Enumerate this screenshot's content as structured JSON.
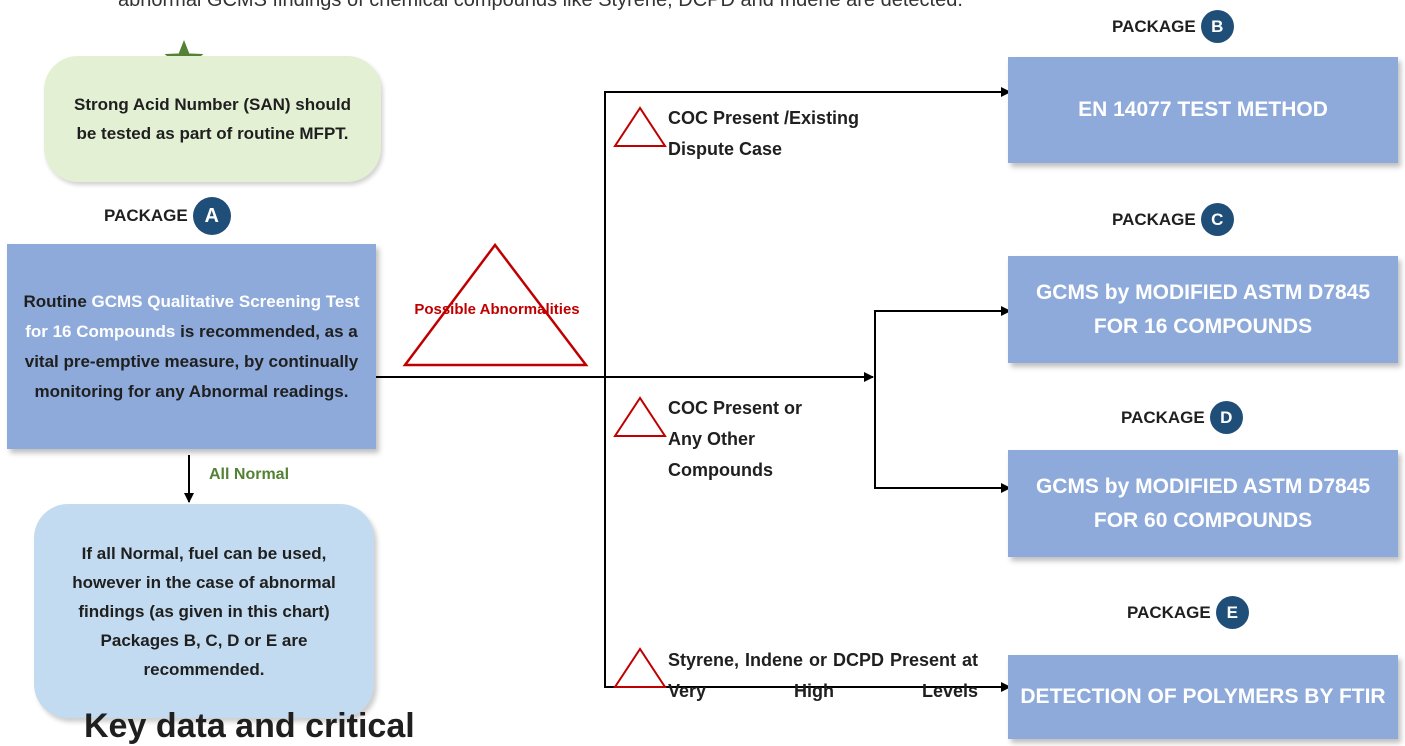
{
  "intro_text": "abnormal GCMS findings of chemical compounds like Styrene, DCPD and Indene are detected.",
  "san_note": "Strong Acid Number (SAN) should be tested as part of routine MFPT.",
  "package_word": "PACKAGE",
  "package_a": {
    "letter": "A",
    "text_start": "Routine ",
    "text_highlight": "GCMS Qualitative Screening Test for 16 Compounds",
    "text_end": " is recommended, as a vital pre-emptive measure, by continually monitoring for any Abnormal readings."
  },
  "all_normal_label": "All Normal",
  "normal_note": "If all Normal, fuel can be used, however in the case of abnormal findings (as given in this chart) Packages B, C, D or E are recommended.",
  "triangle_label": "Possible Abnormalities",
  "conditions": {
    "coc_dispute": "COC Present /Existing Dispute Case",
    "coc_other": "COC Present or Any Other Compounds",
    "styrene": "Styrene, Indene or DCPD Present at Very High Levels"
  },
  "packages": {
    "b": {
      "letter": "B",
      "title": "EN 14077 TEST METHOD"
    },
    "c": {
      "letter": "C",
      "title": "GCMS by MODIFIED ASTM D7845 FOR 16 COMPOUNDS"
    },
    "d": {
      "letter": "D",
      "title": "GCMS by MODIFIED ASTM D7845 FOR 60 COMPOUNDS"
    },
    "e": {
      "letter": "E",
      "title": "DETECTION OF POLYMERS BY FTIR"
    }
  },
  "bottom_heading": "Key data and critical",
  "colors": {
    "box_blue": "#8eaadb",
    "pill_green": "#e3f0d4",
    "pill_blue": "#c3dbf0",
    "badge": "#1f4e79",
    "warning_red": "#c00000",
    "star_green": "#548235"
  }
}
